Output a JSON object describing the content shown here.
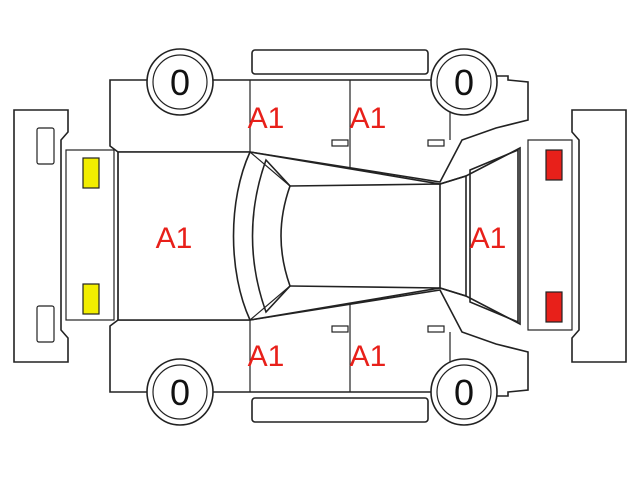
{
  "colors": {
    "outline": "#222222",
    "grade_text": "#e8201a",
    "front_lamp": "#f2ee00",
    "rear_lamp": "#e8201a"
  },
  "tires": {
    "front_left": "0",
    "rear_left": "0",
    "front_right": "0",
    "rear_right": "0"
  },
  "grades": {
    "hood": "A1",
    "door_upper_front": "A1",
    "door_upper_rear": "A1",
    "door_lower_front": "A1",
    "door_lower_rear": "A1",
    "trunk": "A1"
  },
  "lamps": {
    "front": [
      "yellow-lamp",
      "yellow-lamp"
    ],
    "rear": [
      "red-lamp",
      "red-lamp"
    ]
  }
}
